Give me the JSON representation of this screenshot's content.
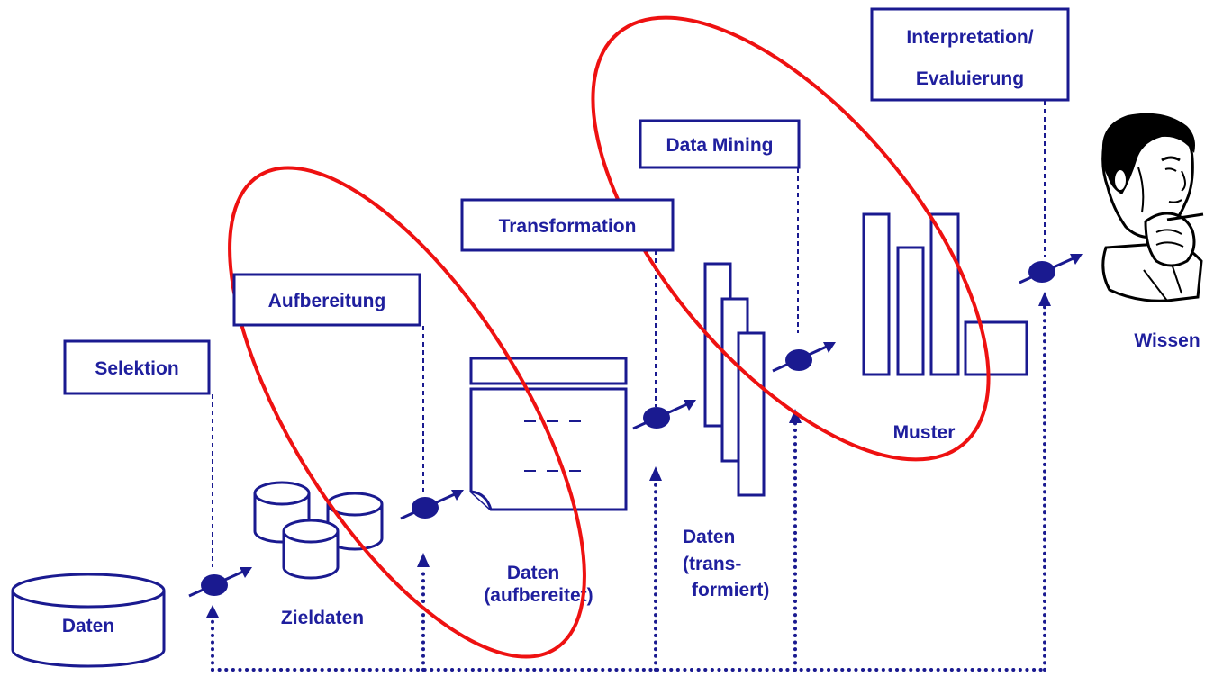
{
  "steps": {
    "selektion": "Selektion",
    "aufbereitung": "Aufbereitung",
    "transformation": "Transformation",
    "data_mining": "Data Mining",
    "interpretation_line1": "Interpretation/",
    "interpretation_line2": "Evaluierung"
  },
  "artifacts": {
    "daten": "Daten",
    "zieldaten": "Zieldaten",
    "daten_aufbereitet_line1": "Daten",
    "daten_aufbereitet_line2": "(aufbereitet)",
    "daten_transformiert_line1": "Daten",
    "daten_transformiert_line2": "(trans-",
    "daten_transformiert_line3": "formiert)",
    "muster": "Muster",
    "wissen": "Wissen"
  },
  "icons": {
    "thinker": "thinking-person-icon",
    "database": "database-cylinder-icon",
    "process_node": "process-node-icon"
  },
  "colors": {
    "primary": "#1a1a90",
    "highlight": "#ee1111",
    "background": "#ffffff"
  }
}
